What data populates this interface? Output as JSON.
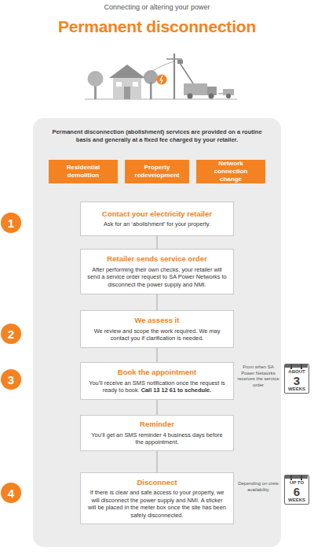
{
  "diagram": {
    "title": "Permanent disconnection",
    "nodes": [
      {
        "text": [
          "Permanent disconnection (abolishment) services are provided on a routine basis and generally at a fixed fee charged by your retailer."
        ]
      },
      {
        "text": [
          "Residential demolition"
        ],
        "in": 0
      },
      {
        "text": [
          "Property redevelopment"
        ],
        "in": 0
      },
      {
        "text": [
          "Network connection change"
        ],
        "in": 0
      },
      {
        "text": [
          "1"
        ]
      },
      {
        "text": [
          "Contact your electricity retailer",
          "Ask for an ‘abolishment’ for your property."
        ],
        "in": 0
      },
      {
        "text": [
          "Retailer sends service order",
          "After performing their own checks, your retailer will send a service order request to SA Power Networks to disconnect the power supply and NMI."
        ],
        "in": 0
      },
      {
        "text": [
          "2"
        ]
      },
      {
        "text": [
          "We assess it",
          "We review and scope the work required. We may contact you if clarification is needed."
        ],
        "in": 0
      },
      {
        "text": [
          "3"
        ]
      },
      {
        "text": [
          "Book the appointment",
          "You’ll receive an SMS notification once the request is ready to book.",
          "Call 13 12 61 to schedule."
        ],
        "in": 0
      },
      {
        "text": [
          "ABOUT",
          "3",
          "WEEKS"
        ]
      },
      {
        "text": [
          "Reminder",
          "You’ll get an SMS reminder 4 business days before the appointment."
        ],
        "in": 0
      },
      {
        "text": [
          "4"
        ]
      },
      {
        "text": [
          "Disconnect",
          "If there is clear and safe access to your property, we will disconnect the power supply and NMI. A sticker will be placed in the meter box once the site has been safely disconnected."
        ],
        "in": 0
      },
      {
        "text": [
          "UP TO",
          "6",
          "WEEKS"
        ]
      }
    ],
    "edges": [
      {
        "from": 5,
        "to": 6,
        "arrow": "none"
      },
      {
        "from": 6,
        "to": 8,
        "arrow": "none"
      },
      {
        "from": 8,
        "to": 10,
        "arrow": "none"
      },
      {
        "from": 10,
        "to": 12,
        "arrow": "none"
      },
      {
        "from": 12,
        "to": 14,
        "arrow": "none"
      }
    ],
    "labels": [
      "Connecting or altering your power",
      "From when SA Power Networks receives the service order",
      "Depending on crew availability"
    ]
  }
}
